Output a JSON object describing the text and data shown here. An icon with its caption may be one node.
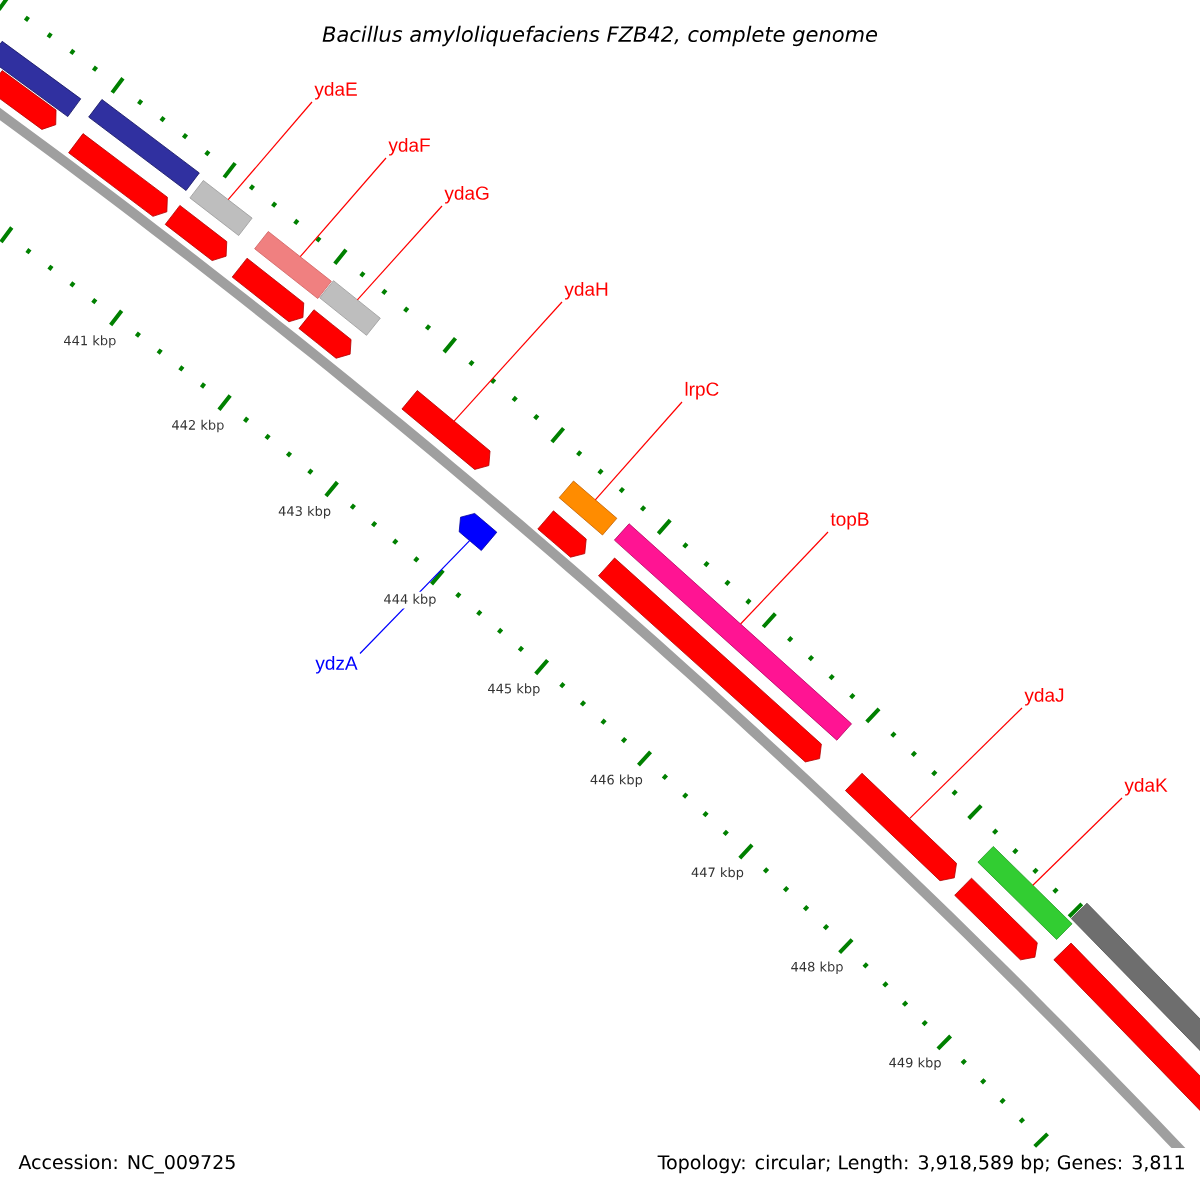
{
  "diagram": {
    "title": "Bacillus amyloliquefaciens FZB42, complete genome",
    "nodes": [
      {
        "text": [
          "ydaE"
        ]
      },
      {
        "text": [
          "ydaF"
        ]
      },
      {
        "text": [
          "ydaG"
        ]
      },
      {
        "text": [
          "ydaH"
        ]
      },
      {
        "text": [
          "lrpC"
        ]
      },
      {
        "text": [
          "topB"
        ]
      },
      {
        "text": [
          "ydzA"
        ]
      },
      {
        "text": [
          "ydaJ"
        ]
      },
      {
        "text": [
          "ydaK"
        ]
      },
      {
        "text": [],
        "shape": "pentagon"
      },
      {
        "text": [],
        "shape": "bar"
      },
      {
        "text": [],
        "shape": "pentagon"
      },
      {
        "text": [],
        "shape": "bar"
      },
      {
        "text": [],
        "shape": "pentagon"
      },
      {
        "text": [],
        "shape": "bar"
      },
      {
        "text": [],
        "shape": "pentagon"
      },
      {
        "text": [],
        "shape": "bar"
      },
      {
        "text": [],
        "shape": "pentagon"
      },
      {
        "text": [],
        "shape": "bar"
      },
      {
        "text": [],
        "shape": "pentagon"
      },
      {
        "text": [],
        "shape": "pentagon"
      },
      {
        "text": [],
        "shape": "pentagon"
      },
      {
        "text": [],
        "shape": "bar"
      },
      {
        "text": [],
        "shape": "pentagon"
      },
      {
        "text": [],
        "shape": "bar"
      },
      {
        "text": [],
        "shape": "pentagon"
      },
      {
        "text": [],
        "shape": "pentagon"
      },
      {
        "text": [],
        "shape": "bar"
      },
      {
        "text": [],
        "shape": "pentagon"
      },
      {
        "text": [],
        "shape": "bar"
      }
    ],
    "edges": [
      {
        "from": 0,
        "to": 14,
        "arrow": "none"
      },
      {
        "from": 1,
        "to": 16,
        "arrow": "none"
      },
      {
        "from": 2,
        "to": 18,
        "arrow": "none"
      },
      {
        "from": 3,
        "to": 19,
        "arrow": "none"
      },
      {
        "from": 4,
        "to": 22,
        "arrow": "none"
      },
      {
        "from": 5,
        "to": 24,
        "arrow": "none"
      },
      {
        "from": 6,
        "to": 20,
        "arrow": "none",
        "color": "#0000ff"
      },
      {
        "from": 7,
        "to": 25,
        "arrow": "none"
      },
      {
        "from": 8,
        "to": 27,
        "arrow": "none"
      }
    ],
    "labels": [
      "441 kbp",
      "442 kbp",
      "443 kbp",
      "444 kbp",
      "445 kbp",
      "446 kbp",
      "447 kbp",
      "448 kbp",
      "449 kbp",
      "Accession: NC_009725",
      "Topology: circular; Length: 3,918,589 bp; Genes: 3,811"
    ]
  }
}
